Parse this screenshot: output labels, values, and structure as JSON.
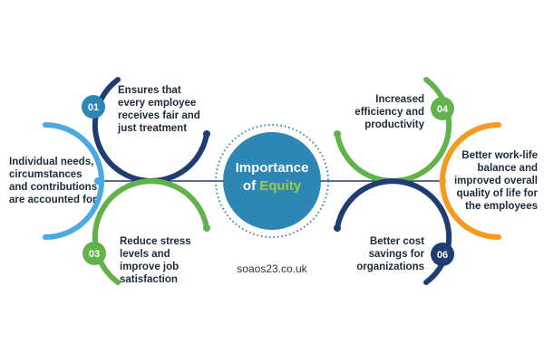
{
  "center": {
    "title_line1": "Importance",
    "title_word_of": "of",
    "title_accent": "Equity"
  },
  "footer": "soaos23.co.uk",
  "colors": {
    "navy": "#1f3c73",
    "blue": "#2e86b4",
    "green": "#62b24c",
    "orange": "#f39a1f",
    "light_blue": "#4aa9df",
    "lime": "#9ccc3c"
  },
  "items": [
    {
      "num": "01",
      "lines": [
        "Ensures that",
        "every employee",
        "receives fair and",
        "just treatment"
      ]
    },
    {
      "num": "",
      "lines": [
        "Individual needs,",
        "circumstances",
        "and contributions",
        "are accounted for"
      ]
    },
    {
      "num": "03",
      "lines": [
        "Reduce stress",
        "levels and",
        "improve job",
        "satisfaction"
      ]
    },
    {
      "num": "04",
      "lines": [
        "Increased",
        "efficiency and",
        "productivity"
      ]
    },
    {
      "num": "",
      "lines": [
        "Better work-life",
        "balance and",
        "improved overall",
        "quality of life for",
        "the employees"
      ]
    },
    {
      "num": "06",
      "lines": [
        "Better cost",
        "savings for",
        "organizations"
      ]
    }
  ]
}
